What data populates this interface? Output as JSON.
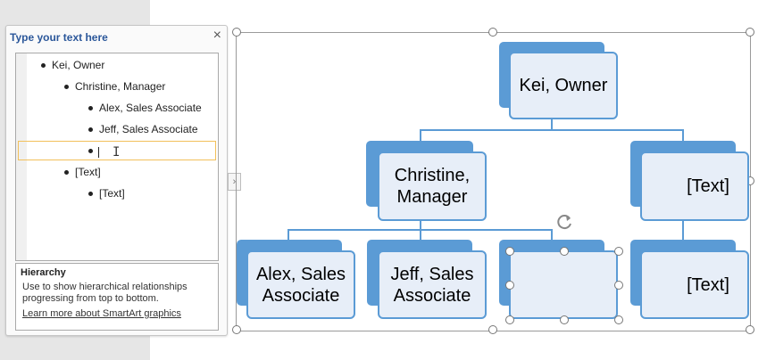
{
  "text_pane": {
    "title": "Type your text here",
    "close_glyph": "×",
    "items": [
      {
        "text": "Kei, Owner"
      },
      {
        "text": "Christine, Manager"
      },
      {
        "text": "Alex, Sales Associate"
      },
      {
        "text": "Jeff, Sales Associate"
      },
      {
        "text": ""
      },
      {
        "text": "[Text]"
      },
      {
        "text": "[Text]"
      }
    ],
    "description": {
      "title": "Hierarchy",
      "body": "Use to show hierarchical relationships progressing from top to bottom.",
      "link": "Learn more about SmartArt graphics"
    }
  },
  "pane_toggle_glyph": "›",
  "diagram": {
    "nodes": {
      "owner": "Kei, Owner",
      "manager": "Christine, Manager",
      "placeholder_right_top": "[Text]",
      "alex": "Alex, Sales Associate",
      "jeff": "Jeff, Sales Associate",
      "selected_empty": "",
      "placeholder_right_bottom": "[Text]"
    }
  },
  "colors": {
    "accent": "#5b9bd5",
    "fill": "#e7eef8",
    "pane_title": "#2b579a",
    "active_row_border": "#f2c05a"
  }
}
